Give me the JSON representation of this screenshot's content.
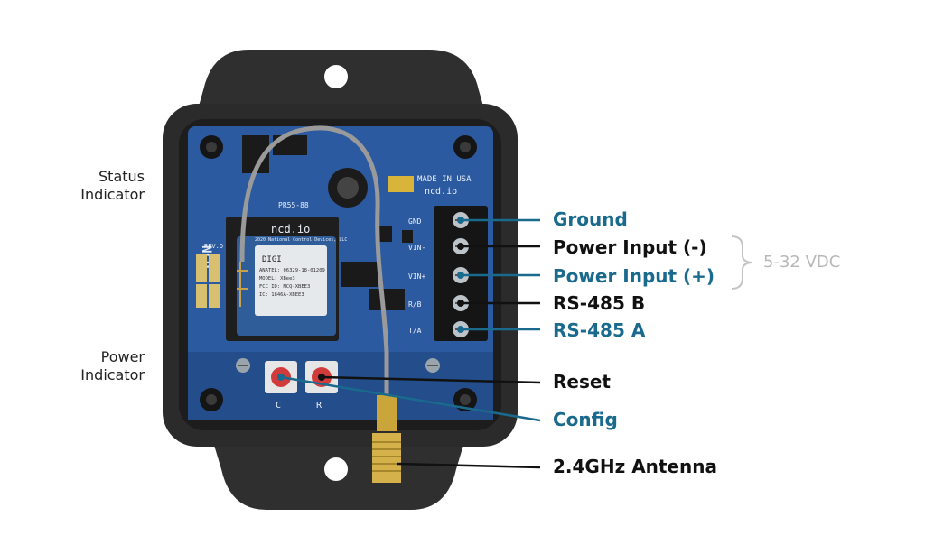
{
  "colors": {
    "accent": "#1a6a8e",
    "dark": "#111111",
    "muted": "#b8b8b8",
    "pcb": "#2c5aa0",
    "enclosure": "#2b2b2b"
  },
  "left_labels": {
    "status": [
      "Status",
      "Indicator"
    ],
    "power": [
      "Power",
      "Indicator"
    ]
  },
  "terminal_labels": [
    {
      "text": "Ground",
      "color": "#1a6a8e"
    },
    {
      "text": "Power Input (-)",
      "color": "#111111"
    },
    {
      "text": "Power Input (+)",
      "color": "#1a6a8e"
    },
    {
      "text": "RS-485 B",
      "color": "#111111"
    },
    {
      "text": "RS-485 A",
      "color": "#1a6a8e"
    }
  ],
  "voltage_range": "5-32 VDC",
  "lower_labels": [
    {
      "text": "Reset",
      "color": "#111111"
    },
    {
      "text": "Config",
      "color": "#1a6a8e"
    },
    {
      "text": "2.4GHz Antenna",
      "color": "#111111"
    }
  ],
  "pcb_text": {
    "made_in": "MADE IN USA",
    "site": "ncd.io",
    "brand": "ncd.io",
    "part": "PR55-88",
    "company": "2020 National Control Devices, LLC",
    "rev": "REV.D",
    "module_brand": "DIGI",
    "module_lines": [
      "ANATEL: 06329-18-01209",
      "MODEL: XBee3",
      "FCC ID: MCQ-XBEE3",
      "IC: 1846A-XBEE3"
    ],
    "terminal_marks": [
      "GND",
      "VIN-",
      "VIN+",
      "R/B",
      "T/A"
    ],
    "button_marks": [
      "C",
      "R"
    ]
  }
}
